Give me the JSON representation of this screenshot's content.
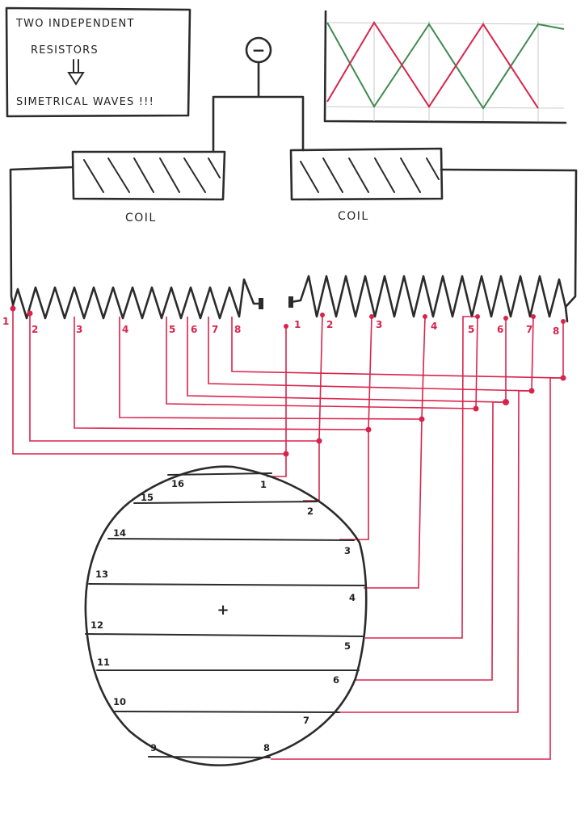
{
  "note": {
    "line1": "TWO INDEPENDENT",
    "line2": "RESISTORS",
    "arrow_icon": "down-arrow-icon",
    "line3": "SIMETRICAL WAVES !!!"
  },
  "meter": {
    "symbol": "−",
    "icon": "meter-minus-icon"
  },
  "coils": [
    {
      "label": "COIL"
    },
    {
      "label": "COIL"
    }
  ],
  "left_resistor_taps": [
    "1",
    "2",
    "3",
    "4",
    "5",
    "6",
    "7",
    "8"
  ],
  "right_resistor_taps": [
    "1",
    "2",
    "3",
    "4",
    "5",
    "6",
    "7",
    "8"
  ],
  "disc": {
    "center_mark": "+",
    "right_labels": [
      "1",
      "2",
      "3",
      "4",
      "5",
      "6",
      "7",
      "8"
    ],
    "left_labels": [
      "16",
      "15",
      "14",
      "13",
      "12",
      "11",
      "10",
      "9"
    ]
  },
  "waves": {
    "series": [
      {
        "color": "#d8244c"
      },
      {
        "color": "#3f8a4f"
      }
    ]
  },
  "colors": {
    "ink": "#2b2b2b",
    "wire_red": "#d8244c",
    "wave_green": "#3f8a4f"
  }
}
